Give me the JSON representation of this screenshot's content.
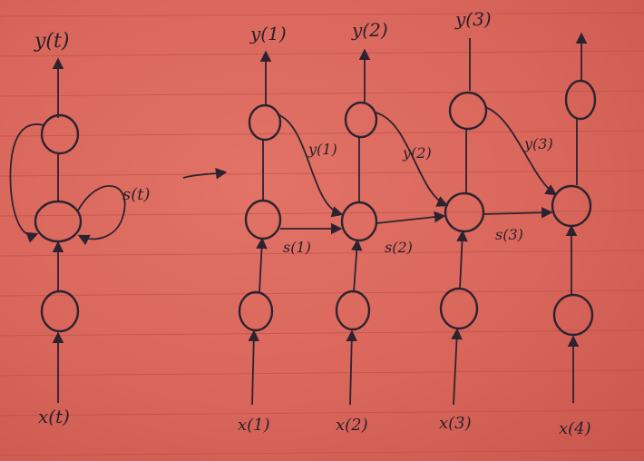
{
  "folded": {
    "output_label": "y(t)",
    "state_label": "s(t)",
    "input_label": "x(t)"
  },
  "unrolled": {
    "outputs": [
      "y(1)",
      "y(2)",
      "y(3)"
    ],
    "feedback_labels": [
      "y(1)",
      "y(2)",
      "y(3)"
    ],
    "state_labels": [
      "s(1)",
      "s(2)",
      "s(3)"
    ],
    "inputs": [
      "x(1)",
      "x(2)",
      "x(3)",
      "x(4)"
    ]
  },
  "colors": {
    "paper": "#d9665c",
    "ink": "#2d2330",
    "rule": "#b34c45"
  }
}
